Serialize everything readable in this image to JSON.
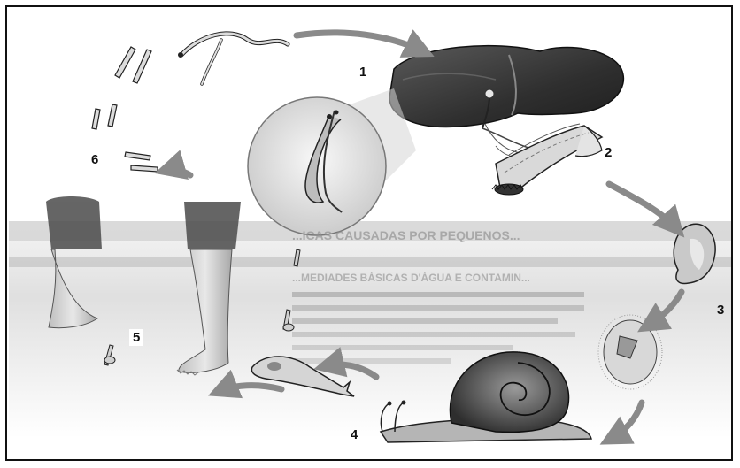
{
  "diagram": {
    "stage_labels": [
      "1",
      "2",
      "3",
      "4",
      "5",
      "6"
    ],
    "background_text_lines": [
      "...ICAS CAUSADAS POR PEQUENOS...",
      "...MEDIADES BÁSICAS D'ÁGUA E CONTAMIN..."
    ],
    "stages": [
      {
        "label": "1",
        "subject": "adult worms in liver"
      },
      {
        "label": "2",
        "subject": "bile duct and intestine"
      },
      {
        "label": "3",
        "subject": "egg and miracidium"
      },
      {
        "label": "4",
        "subject": "snail intermediate host"
      },
      {
        "label": "5",
        "subject": "cercariae in water penetrating skin"
      },
      {
        "label": "6",
        "subject": "schistosomula migrating"
      }
    ],
    "colors": {
      "ink": "#111111",
      "organ_dark": "#3a3a3a",
      "organ_mid": "#6e6e6e",
      "arrow": "#8a8a8a",
      "water": "#c9c9c9",
      "skin": "#d6d6d6"
    }
  }
}
